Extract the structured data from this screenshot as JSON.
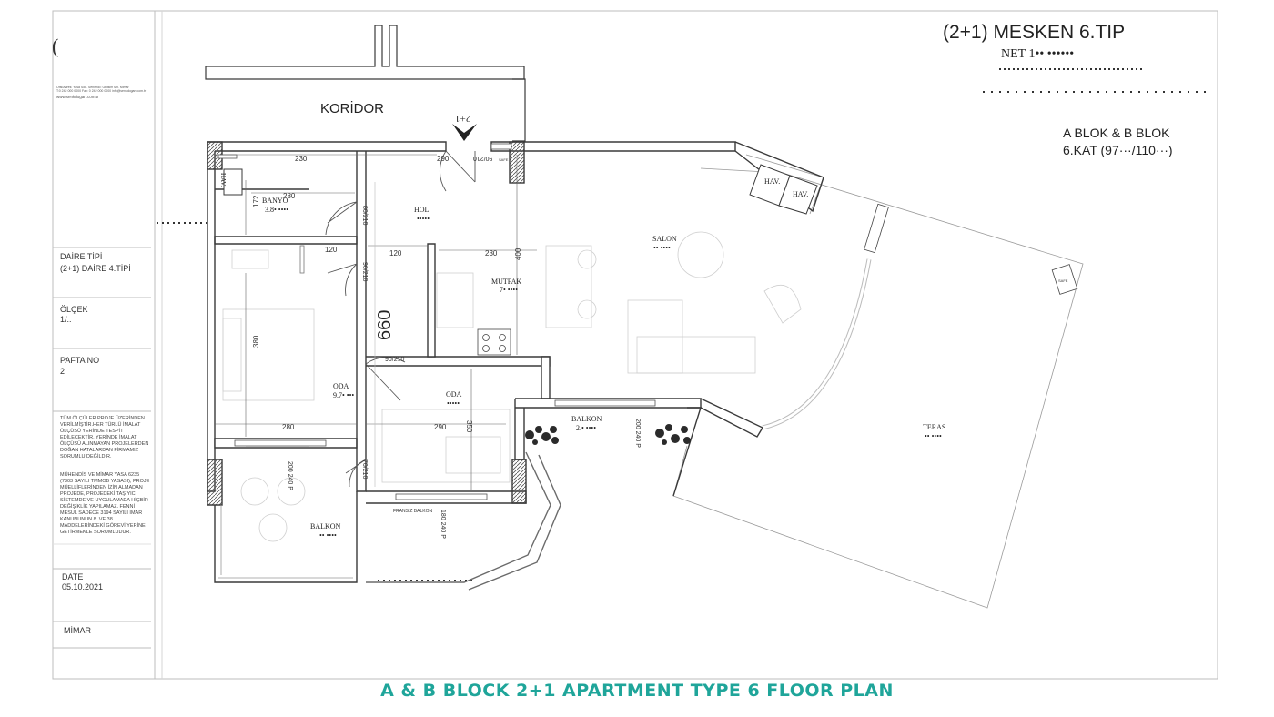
{
  "sheet": {
    "title": "(2+1) MESKEN 6.TIP",
    "net_label": "NET 1•• ••••••",
    "block_label": "A BLOK & B BLOK",
    "floor_label": "6.KAT (97···/110···)",
    "logo_letter": "(",
    "company_line1": "Ofis/Adres: Yasa Sok. Sehir No: Gelisim Mh. Mimar",
    "company_line2": "T:0 242 000 0000  Fax: 0 242 000 0000   info@senkdogan.com.tr",
    "company_web": "www.senkdogan.com.tr"
  },
  "title_block": {
    "type_label": "DAİRE TİPİ",
    "type_value": "(2+1) DAİRE 4.TİPİ",
    "scale_label": "ÖLÇEK",
    "scale_value": "1/..",
    "sheet_no_label": "PAFTA NO",
    "sheet_no_value": "2",
    "note1": "TÜM ÖLÇÜLER PROJE ÜZERİNDEN VERİLMİŞTİR.HER TÜRLÜ İMALAT ÖLÇÜSÜ YERİNDE TESPİT EDİLECEKTİR. YERİNDE İMALAT ÖLÇÜSÜ ALINMAYAN PROJELERDEN DOĞAN HATALARDAN FİRMAMIZ SORUMLU DEĞİLDİR.",
    "note2": "MÜHENDİS VE MİMAR YASA 6235 (7303 SAYILI TMMOB YASASI), PROJE MÜELLİFLERİNDEN İZİN ALMADAN PROJEDE, PROJEDEKİ TAŞIYICI SİSTEMDE VE UYGULAMADA HİÇBİR DEĞİŞİKLİK YAPILAMAZ. FENNİ MESUL SADECE 3194 SAYILI İMAR KANUNUNUN 8. VE 38. MADDELERİNDEKİ GÖREVİ YERİNE GETİRMEKLE SORUMLUDUR.",
    "date_label": "DATE",
    "date_value": "05.10.2021",
    "architect_label": "MİMAR"
  },
  "plan": {
    "corridor": "KORİDOR",
    "entrance_mark": "2+1",
    "hav1": "HAV.",
    "hav2": "HAV.",
    "hav3": "HAV.",
    "bath_name": "BANYO",
    "bath_area": "3.8• ••••",
    "hall_name": "HOL",
    "hall_area": "•••••",
    "salon_name": "SALON",
    "salon_area": "•• ••••",
    "kitchen_name": "MUTFAK",
    "kitchen_area": "7• ••••",
    "room1_name": "ODA",
    "room1_area": "9.7• •••",
    "room2_name": "ODA",
    "room2_area": "•••••",
    "balcony1_name": "BALKON",
    "balcony1_area": "2.• ••••",
    "balcony2_name": "BALKON",
    "balcony2_area": "•• ••••",
    "terrace_name": "TERAS",
    "terrace_area": "•• ••••",
    "french_balcony": "FRANSIZ BALKON",
    "safe": "SAFE",
    "dims": {
      "d230_top": "230",
      "d290_top": "290",
      "d280_bath": "280",
      "d172": "172",
      "d120_mid": "120",
      "d120": "120",
      "d230": "230",
      "d400": "400",
      "d660": "660",
      "d380": "380",
      "d280_bottom": "280",
      "d290_bottom": "290",
      "d350": "350",
      "door_entry": "90/210",
      "door_bath": "80/210",
      "door_room1": "90/210",
      "door_room2": "90/210",
      "door_balcony": "70/210",
      "win_balkon": "200 240 P",
      "win_room1": "200 240 P",
      "win_french": "180 240 P"
    }
  },
  "caption": "A & B BLOCK 2+1 APARTMENT TYPE 6 FLOOR PLAN",
  "colors": {
    "caption": "#1fa59a",
    "wall": "#3a3a3a",
    "line": "#6b6b6b",
    "furniture": "#c9c9c9",
    "hatch": "#555555"
  }
}
